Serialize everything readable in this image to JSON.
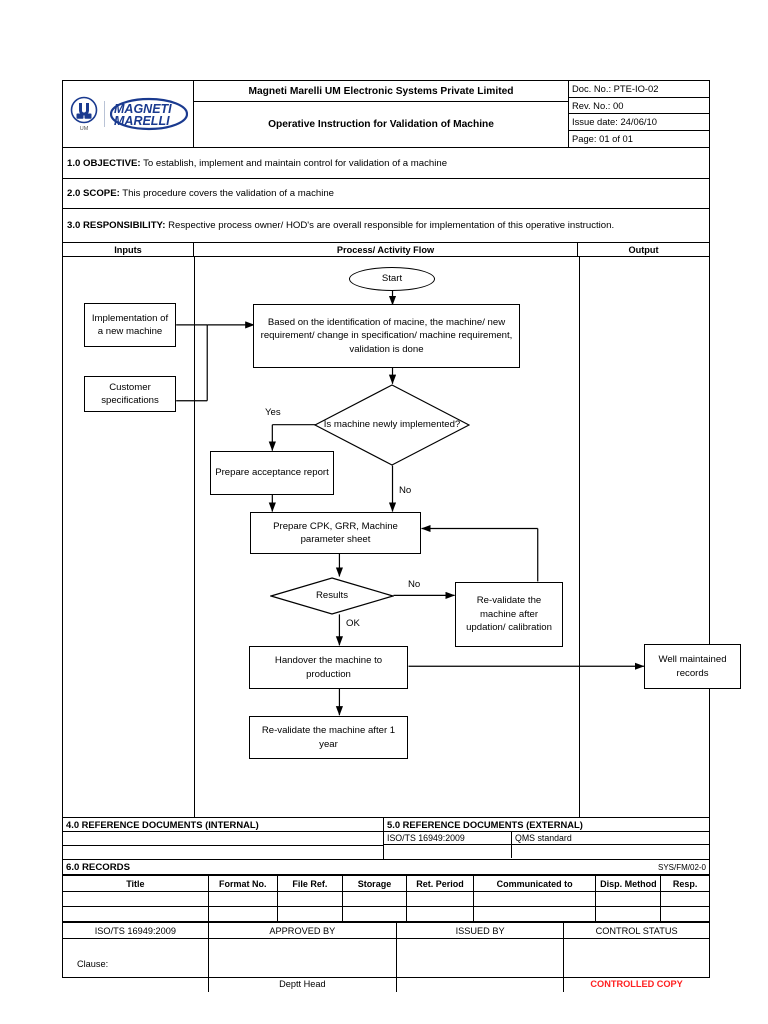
{
  "header": {
    "logo": {
      "emblem_text": "U",
      "emblem_sub": "UM",
      "brand_line1": "MAGNETI",
      "brand_line2": "MARELLI",
      "brand_color": "#1a3a8f"
    },
    "company": "Magneti Marelli UM Electronic Systems Private Limited",
    "doc_title": "Operative Instruction for Validation of Machine",
    "meta": [
      "Doc. No.: PTE-IO-02",
      "Rev. No.: 00",
      "Issue date: 24/06/10",
      "Page: 01 of 01"
    ]
  },
  "sections": {
    "objective": {
      "num": "1.0 OBJECTIVE:",
      "text": " To establish, implement and maintain control for validation of a machine"
    },
    "scope": {
      "num": "2.0 SCOPE:",
      "text": " This procedure covers the validation of a machine"
    },
    "responsibility": {
      "num": "3.0 RESPONSIBILITY:",
      "text": " Respective process owner/ HOD's are overall responsible for implementation of this operative instruction."
    }
  },
  "columns": {
    "inputs": "Inputs",
    "process": "Process/ Activity Flow",
    "output": "Output"
  },
  "flow": {
    "start": "Start",
    "input_new_machine": "Implementation of a new machine",
    "input_customer_spec": "Customer specifications",
    "identification": "Based on the identification of macine, the machine/ new requirement/ change in specification/ machine requirement, validation is done",
    "decision_newly": "Is machine newly implemented?",
    "label_yes": "Yes",
    "label_no_1": "No",
    "acceptance_report": "Prepare acceptance report",
    "cpk": "Prepare CPK, GRR, Machine parameter sheet",
    "decision_results": "Results",
    "label_no_2": "No",
    "label_ok": "OK",
    "revalidate_update": "Re-validate the machine after updation/ calibration",
    "handover": "Handover the machine to production",
    "revalidate_year": "Re-validate the machine after 1 year",
    "output_records": "Well maintained records"
  },
  "references": {
    "internal_header": "4.0 REFERENCE DOCUMENTS (INTERNAL)",
    "external_header": "5.0 REFERENCE DOCUMENTS (EXTERNAL)",
    "external_rows": [
      {
        "code": "ISO/TS 16949:2009",
        "desc": "QMS standard"
      },
      {
        "code": "",
        "desc": ""
      }
    ]
  },
  "records": {
    "title": "6.0 RECORDS",
    "form_code": "SYS/FM/02-0",
    "headers": [
      "Title",
      "Format No.",
      "File Ref.",
      "Storage",
      "Ret. Period",
      "Communicated to",
      "Disp. Method",
      "Resp."
    ],
    "rows": [
      [
        "",
        "",
        "",
        "",
        "",
        "",
        "",
        ""
      ],
      [
        "",
        "",
        "",
        "",
        "",
        "",
        "",
        ""
      ]
    ]
  },
  "approval": {
    "headers": [
      "ISO/TS 16949:2009",
      "APPROVED BY",
      "ISSUED BY",
      "CONTROL STATUS"
    ],
    "clause_label": "Clause:",
    "approved_by_signatory": "Deptt Head",
    "issued_by_signatory": "",
    "control_status": "CONTROLLED COPY",
    "control_status_color": "#ff2020"
  }
}
